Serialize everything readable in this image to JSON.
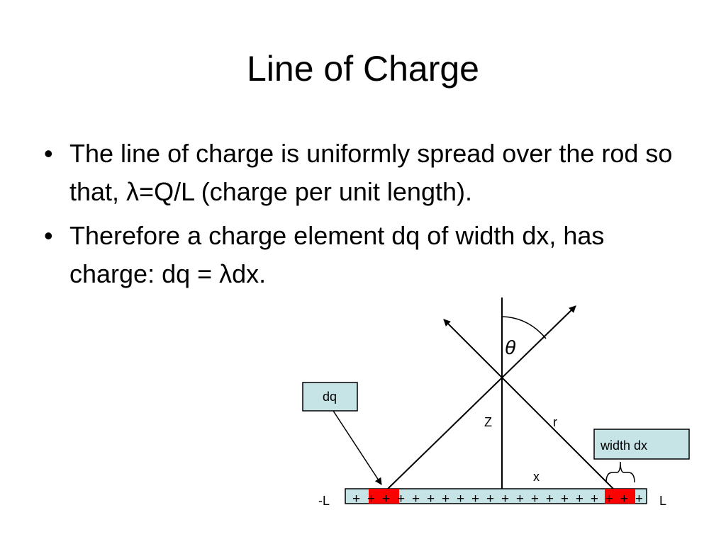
{
  "slide": {
    "title": "Line of Charge",
    "bullets": [
      {
        "text": "The line of charge is uniformly spread over the rod so that, λ=Q/L (charge per unit length)."
      },
      {
        "text": "Therefore a charge element dq of width dx, has charge: dq = λdx."
      }
    ],
    "bullet_glyph": "•"
  },
  "diagram": {
    "callout_dq": "dq",
    "callout_width": "width dx",
    "label_z": "Z",
    "label_r": "r",
    "label_x": "x",
    "label_theta": "θ",
    "label_neg_l": "-L",
    "label_pos_l": "L",
    "plus_signs": "+ + + + + + + + + + + + + + + + + + + +",
    "colors": {
      "rod_fill": "#c6e3e6",
      "callout_fill": "#c6e3e6",
      "charge_element": "#ff0000"
    }
  }
}
